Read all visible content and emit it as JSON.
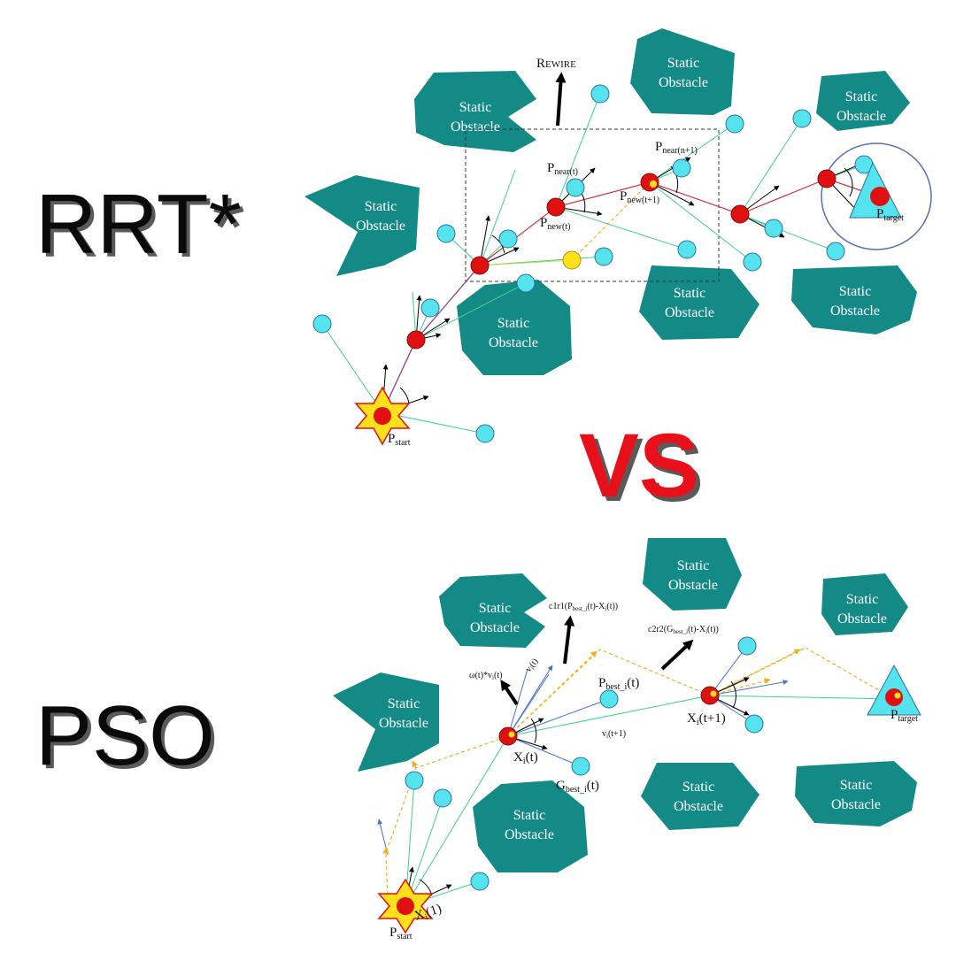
{
  "titles": {
    "rrt": "RRT*",
    "vs": "VS",
    "pso": "PSO"
  },
  "obstacle_label": {
    "line1": "Static",
    "line2": "Obstacle"
  },
  "rrt": {
    "rewire": "Rewire",
    "p": "P",
    "start_sub": "start",
    "target_sub": "target",
    "near_t_sub": "near(t)",
    "near_n1_sub": "near(n+1)",
    "new_t_sub": "new(t)",
    "new_t1_sub": "new(t+1)"
  },
  "pso": {
    "p": "P",
    "x": "X",
    "g": "G",
    "start_sub": "start",
    "target_sub": "target",
    "i_sub": "i",
    "t_paren": "(t)",
    "t1_paren": "(t+1)",
    "one_paren": "(1)",
    "best_i_sub": "best_i",
    "c1_pre": "c1r1(P",
    "c1_sub": "best_i",
    "c1_post": "(t)-X",
    "c1_end": "(t))",
    "c2_pre": "c2r2(G",
    "c2_sub": "best_i",
    "c2_post": "(t)-X",
    "c2_end": "(t))",
    "omega_pre": "ω(t)*v",
    "omega_end": "(t)",
    "v": "v",
    "v_t1_end": "(t+1)"
  },
  "colors": {
    "obstacle": "#148a87",
    "node_red": "#e01010",
    "node_cyan": "#55e3ee",
    "edge_red": "#cc3344",
    "edge_green": "#3fd08c",
    "dashed_yellow": "#f2b01e",
    "star_yellow": "#ffe01a",
    "arrow_blue": "#4a6fd6",
    "title_red": "#e8101a",
    "title_shadow": "#5a5a5a"
  }
}
